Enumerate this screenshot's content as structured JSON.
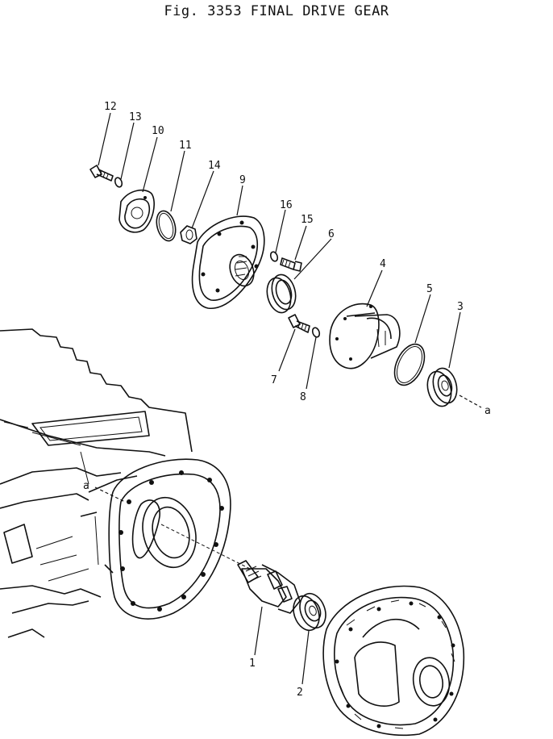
{
  "figure": {
    "title_line": "Fig. 3353 FINAL DRIVE GEAR"
  },
  "callouts": [
    "1",
    "2",
    "3",
    "4",
    "5",
    "6",
    "7",
    "8",
    "9",
    "10",
    "11",
    "12",
    "13",
    "14",
    "15",
    "16"
  ],
  "reference_marker": "a"
}
